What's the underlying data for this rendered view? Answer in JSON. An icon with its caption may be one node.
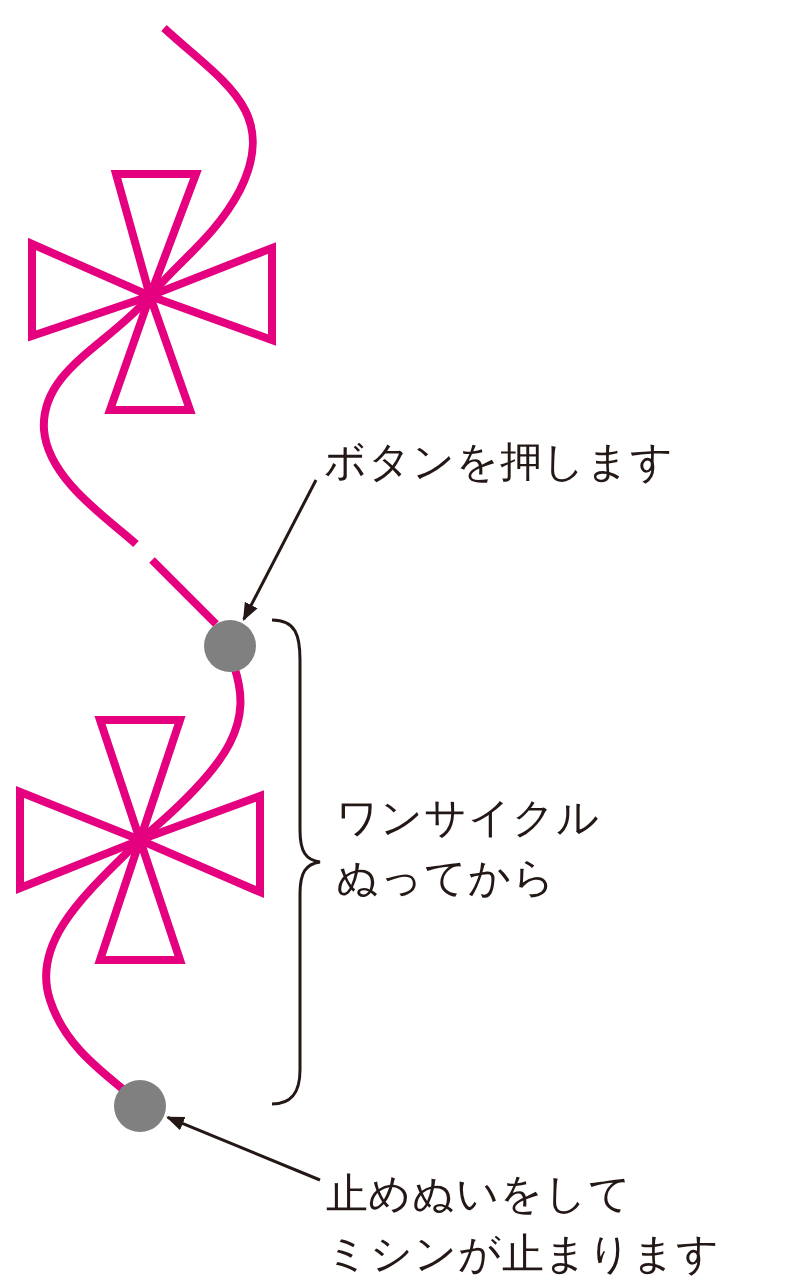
{
  "diagram": {
    "nodes": [
      {
        "text": [
          "ボタンを押します"
        ]
      },
      {
        "text": [],
        "shape": "circle"
      },
      {
        "text": [],
        "shape": "circle"
      },
      {
        "text": [
          "止めぬいをしてミシンが止まります"
        ]
      }
    ],
    "edges": [
      {
        "from": 0,
        "to": 1,
        "arrow": "to"
      },
      {
        "from": 3,
        "to": 2,
        "arrow": "to"
      }
    ],
    "labels": [
      "ワンサイクルぬってから"
    ]
  }
}
